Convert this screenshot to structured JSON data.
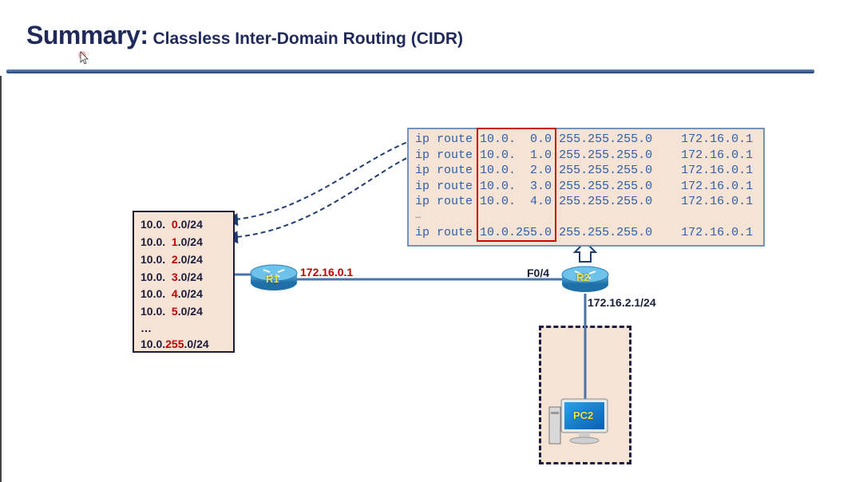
{
  "header": {
    "title": "Summary:",
    "subtitle": "Classless Inter-Domain Routing (CIDR)"
  },
  "prefixes": [
    {
      "pre": "10.0.  ",
      "octet": "0",
      "post": ".0/24"
    },
    {
      "pre": "10.0.  ",
      "octet": "1",
      "post": ".0/24"
    },
    {
      "pre": "10.0.  ",
      "octet": "2",
      "post": ".0/24"
    },
    {
      "pre": "10.0.  ",
      "octet": "3",
      "post": ".0/24"
    },
    {
      "pre": "10.0.  ",
      "octet": "4",
      "post": ".0/24"
    },
    {
      "pre": "10.0.  ",
      "octet": "5",
      "post": ".0/24"
    },
    {
      "pre": "…",
      "octet": "",
      "post": ""
    },
    {
      "pre": "10.0.",
      "octet": "255",
      "post": ".0/24"
    }
  ],
  "routes": [
    {
      "cmd": "ip route",
      "net": "10.0.  0.0",
      "mask": "255.255.255.0",
      "hop": "172.16.0.1"
    },
    {
      "cmd": "ip route",
      "net": "10.0.  1.0",
      "mask": "255.255.255.0",
      "hop": "172.16.0.1"
    },
    {
      "cmd": "ip route",
      "net": "10.0.  2.0",
      "mask": "255.255.255.0",
      "hop": "172.16.0.1"
    },
    {
      "cmd": "ip route",
      "net": "10.0.  3.0",
      "mask": "255.255.255.0",
      "hop": "172.16.0.1"
    },
    {
      "cmd": "ip route",
      "net": "10.0.  4.0",
      "mask": "255.255.255.0",
      "hop": "172.16.0.1"
    },
    {
      "cmd": "…",
      "net": "",
      "mask": "",
      "hop": ""
    },
    {
      "cmd": "ip route",
      "net": "10.0.255.0",
      "mask": "255.255.255.0",
      "hop": "172.16.0.1"
    }
  ],
  "routers": {
    "r1": {
      "name": "R1",
      "ip": "172.16.0.1"
    },
    "r2": {
      "name": "R2",
      "iface": "F0/4",
      "lan_ip": "172.16.2.1/24"
    }
  },
  "pc": {
    "name": "PC2"
  },
  "colors": {
    "title": "#1f2a5a",
    "highlight": "#c00000",
    "route_text": "#2e5fa8",
    "box_fill": "#f5e3d6",
    "link": "#4a74a8"
  }
}
